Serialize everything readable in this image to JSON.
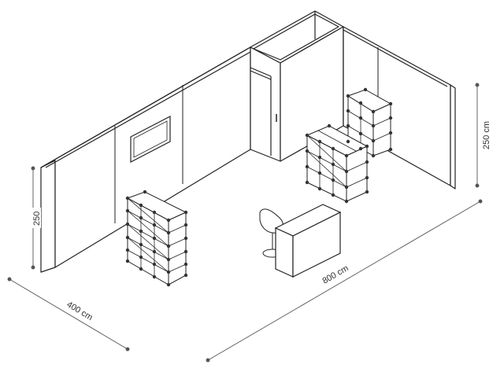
{
  "dimensions": {
    "left_height": "250",
    "right_height": "250 cm",
    "depth": "400 cm",
    "width": "800 cm"
  },
  "colors": {
    "line": "#222222",
    "wall_fill": "#ffffff",
    "dim_line": "#555555"
  }
}
